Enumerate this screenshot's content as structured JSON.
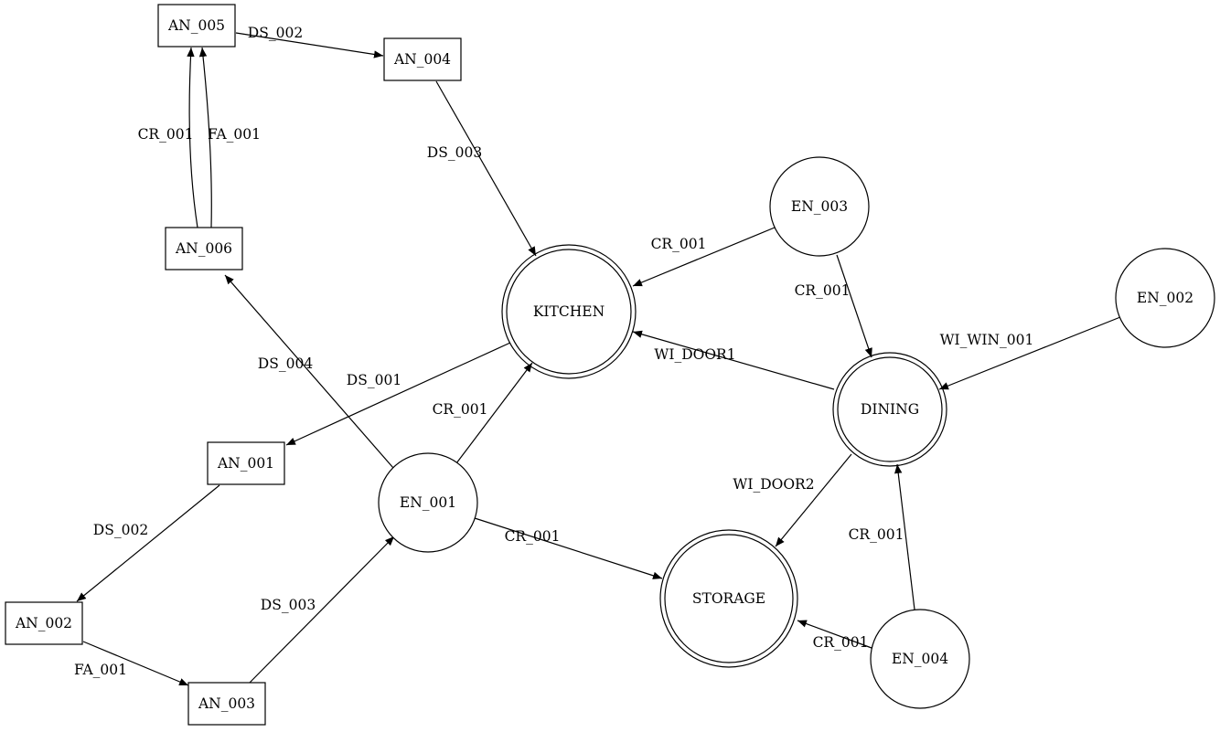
{
  "diagram": {
    "nodes": [
      {
        "id": "AN_005",
        "label": "AN_005",
        "shape": "box"
      },
      {
        "id": "AN_004",
        "label": "AN_004",
        "shape": "box"
      },
      {
        "id": "AN_006",
        "label": "AN_006",
        "shape": "box"
      },
      {
        "id": "AN_001",
        "label": "AN_001",
        "shape": "box"
      },
      {
        "id": "AN_002",
        "label": "AN_002",
        "shape": "box"
      },
      {
        "id": "AN_003",
        "label": "AN_003",
        "shape": "box"
      },
      {
        "id": "EN_001",
        "label": "EN_001",
        "shape": "circle"
      },
      {
        "id": "EN_002",
        "label": "EN_002",
        "shape": "circle"
      },
      {
        "id": "EN_003",
        "label": "EN_003",
        "shape": "circle"
      },
      {
        "id": "EN_004",
        "label": "EN_004",
        "shape": "circle"
      },
      {
        "id": "KITCHEN",
        "label": "KITCHEN",
        "shape": "doublecircle"
      },
      {
        "id": "DINING",
        "label": "DINING",
        "shape": "doublecircle"
      },
      {
        "id": "STORAGE",
        "label": "STORAGE",
        "shape": "doublecircle"
      }
    ],
    "edges": [
      {
        "from": "AN_005",
        "to": "AN_004",
        "label": "DS_002"
      },
      {
        "from": "AN_006",
        "to": "AN_005",
        "label": "CR_001"
      },
      {
        "from": "AN_006",
        "to": "AN_005",
        "label": "FA_001"
      },
      {
        "from": "AN_004",
        "to": "KITCHEN",
        "label": "DS_003"
      },
      {
        "from": "EN_003",
        "to": "KITCHEN",
        "label": "CR_001"
      },
      {
        "from": "EN_003",
        "to": "DINING",
        "label": "CR_001"
      },
      {
        "from": "EN_002",
        "to": "DINING",
        "label": "WI_WIN_001"
      },
      {
        "from": "DINING",
        "to": "KITCHEN",
        "label": "WI_DOOR1"
      },
      {
        "from": "EN_001",
        "to": "AN_006",
        "label": "DS_004"
      },
      {
        "from": "KITCHEN",
        "to": "AN_001",
        "label": "DS_001"
      },
      {
        "from": "EN_001",
        "to": "KITCHEN",
        "label": "CR_001"
      },
      {
        "from": "DINING",
        "to": "STORAGE",
        "label": "WI_DOOR2"
      },
      {
        "from": "AN_001",
        "to": "AN_002",
        "label": "DS_002"
      },
      {
        "from": "EN_001",
        "to": "STORAGE",
        "label": "CR_001"
      },
      {
        "from": "EN_004",
        "to": "DINING",
        "label": "CR_001"
      },
      {
        "from": "AN_003",
        "to": "EN_001",
        "label": "DS_003"
      },
      {
        "from": "AN_002",
        "to": "AN_003",
        "label": "FA_001"
      },
      {
        "from": "EN_004",
        "to": "STORAGE",
        "label": "CR_001"
      }
    ]
  }
}
